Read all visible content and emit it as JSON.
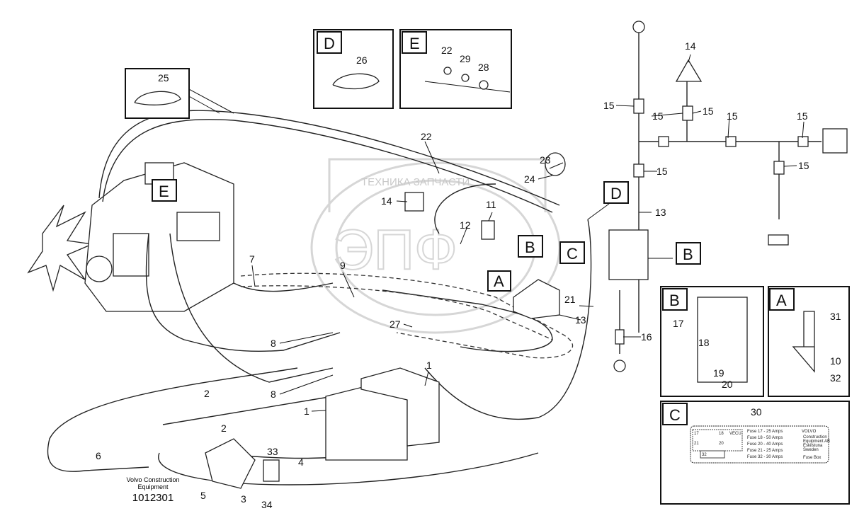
{
  "watermark": {
    "top_text": "ТЕХНИКА  ЗАПЧАСТИ",
    "logo": "ЭПФ"
  },
  "detail_letters": {
    "A": "A",
    "B": "B",
    "C": "C",
    "D": "D",
    "E": "E"
  },
  "callouts": {
    "n25": "25",
    "n26": "26",
    "n22a": "22",
    "n29": "29",
    "n28": "28",
    "n22b": "22",
    "n23": "23",
    "n24": "24",
    "n14a": "14",
    "n11": "11",
    "n12": "12",
    "n7": "7",
    "n9": "9",
    "n27": "27",
    "n8a": "8",
    "n8b": "8",
    "n1a": "1",
    "n1b": "1",
    "n2a": "2",
    "n2b": "2",
    "n6": "6",
    "n33": "33",
    "n4": "4",
    "n5": "5",
    "n3": "3",
    "n34": "34",
    "n21": "21",
    "n13a": "13",
    "n13b": "13",
    "n14b": "14",
    "n15a": "15",
    "n15b": "15",
    "n15c": "15",
    "n15d": "15",
    "n15e": "15",
    "n15f": "15",
    "n15g": "15",
    "n16": "16",
    "n17": "17",
    "n18": "18",
    "n19": "19",
    "n20": "20",
    "n31": "31",
    "n10": "10",
    "n32": "32",
    "n30": "30"
  },
  "fuse_label": {
    "cells": [
      "17",
      "18",
      "21",
      "20",
      "32"
    ],
    "cell_text": [
      "VECU"
    ],
    "lines": [
      "Fuse 17 - 25 Amps",
      "Fuse 18 - 50 Amps",
      "Fuse 20 - 40 Amps",
      "Fuse 21 - 25 Amps",
      "Fuse 32 - 30 Amps"
    ],
    "brand": "VOLVO",
    "company": [
      "Construction",
      "Equipment AB",
      "Eskilstuna",
      "Sweden"
    ],
    "title": "Fuse Box"
  },
  "footer": {
    "company_line1": "Volvo Construction",
    "company_line2": "Equipment",
    "drawing_number": "1012301"
  }
}
